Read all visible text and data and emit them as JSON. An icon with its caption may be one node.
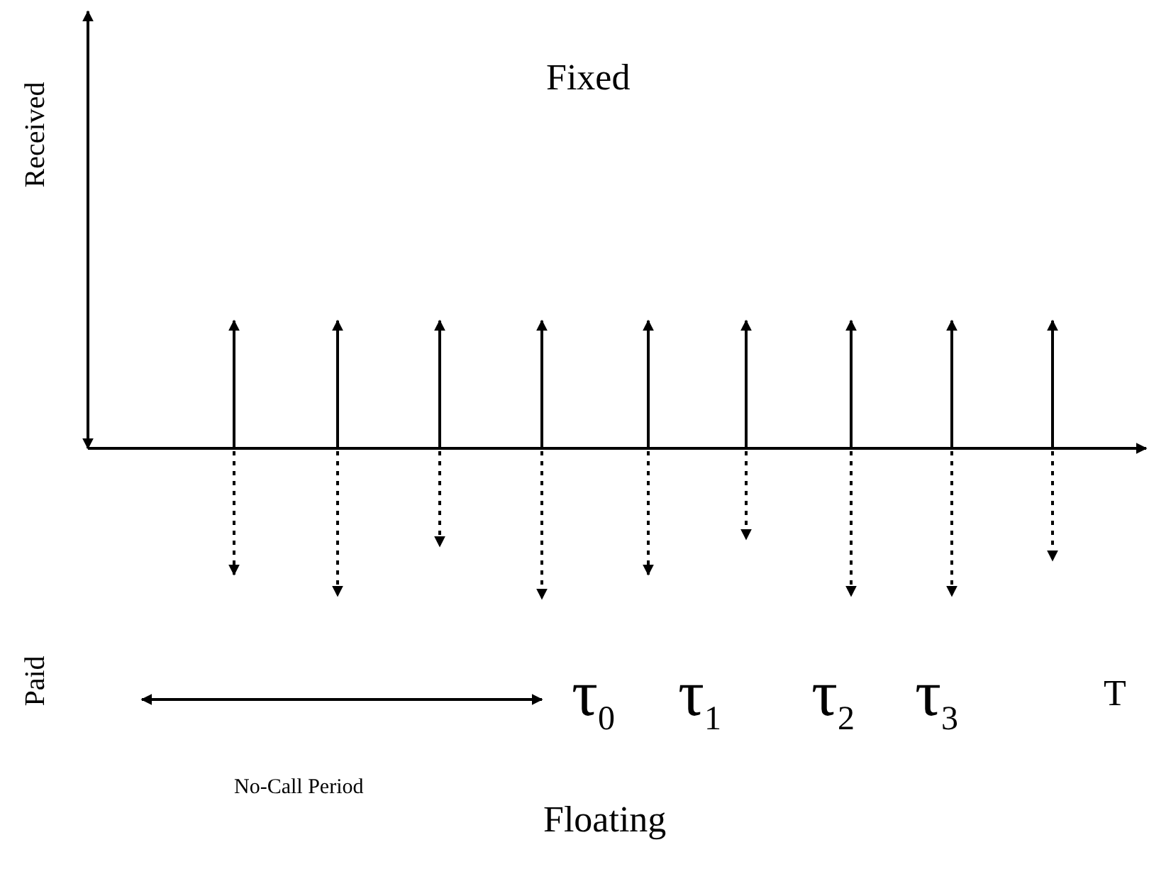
{
  "diagram": {
    "labels": [
      "Fixed",
      "Received",
      "Paid",
      "No-Call Period",
      "τ$_{0}$",
      "τ$_{1}$",
      "τ$_{2}$",
      "τ$_{3}$",
      "T",
      "Floating"
    ]
  }
}
